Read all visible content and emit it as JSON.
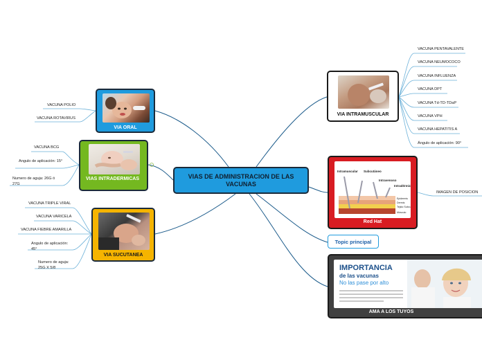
{
  "central": {
    "title": "VIAS DE ADMINISTRACION DE LAS VACUNAS"
  },
  "via_oral": {
    "title": "VIA ORAL",
    "leaves": [
      "VACUNA POLIO",
      "VACUNA ROTAVIRUS"
    ]
  },
  "vias_intradermicas": {
    "title": "VIAS INTRADERMICAS",
    "leaves": [
      "VACUNA BCG",
      "Angulo de aplicación: 15°",
      "Numero de aguja: 26G ó 27G"
    ]
  },
  "via_sucutanea": {
    "title": "VIA SUCUTANEA",
    "leaves": [
      "VACUNA TRIPLE VIRAL",
      "VACUNA VARICELA",
      "VACUNA FIEBRE AMARILLA",
      "Angulo de aplicación: 45°",
      "Numero de aguja: 25G X 5/8"
    ]
  },
  "via_intramuscular": {
    "title": "VIA INTRAMUSCULAR",
    "leaves": [
      "VACUNA PENTAVALENTE",
      "VACUNA NEUMOCOCO",
      "VACUNA INFLUENZA",
      "VACUNA DPT",
      "VACUNA Td-TD-TDaP",
      "VACUNA VPH",
      "VACUNA HEPATITIS A",
      "Ángulo de aplicación: 90°"
    ]
  },
  "red_hat": {
    "title": "Red Hat",
    "leaf": "IMAGEN  DE POSICION",
    "diagram_labels": [
      "Intramuscular",
      "Subcutáneo",
      "Intravenoso",
      "Intradérmica",
      "Epidermis",
      "Dermis",
      "Tejido Subcutáneo",
      "Músculo"
    ]
  },
  "topic_principal": {
    "label": "Topic principal"
  },
  "ama": {
    "title": "AMA A LOS TUYOS",
    "banner_title1": "IMPORTANCIA",
    "banner_title2": "de las vacunas",
    "banner_title3": "No las pase por alto"
  },
  "colors": {
    "central": "#1f9bde",
    "oral": "#1f9bde",
    "intradermicas": "#74b820",
    "sucutanea": "#f5b400",
    "intramuscular": "#ffffff",
    "red_hat": "#d81c22",
    "ama": "#404040",
    "link": "#1a5a8a"
  }
}
